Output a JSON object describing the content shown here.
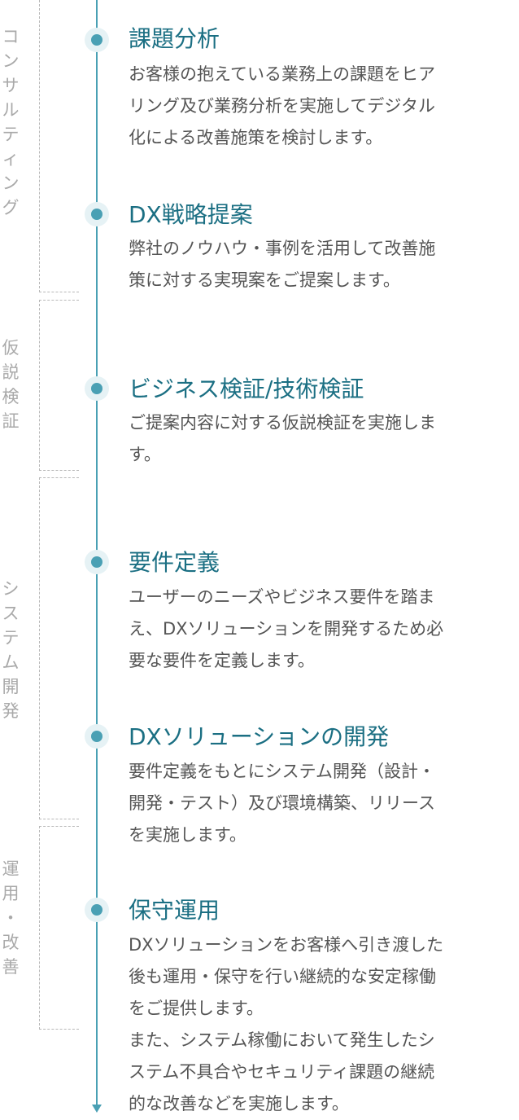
{
  "phases": [
    {
      "label": "コ\nン\nサ\nル\nテ\nィ\nン\nグ"
    },
    {
      "label": "仮\n説\n検\n証"
    },
    {
      "label": "シ\nス\nテ\nム\n開\n発"
    },
    {
      "label": "運\n用\n・\n改\n善"
    }
  ],
  "steps": [
    {
      "title": "課題分析",
      "description": "お客様の抱えている業務上の課題をヒア\nリング及び業務分析を実施してデジタル\n化による改善施策を検討します。"
    },
    {
      "title": "DX戦略提案",
      "description": "弊社のノウハウ・事例を活用して改善施\n策に対する実現案をご提案します。"
    },
    {
      "title": "ビジネス検証/技術検証",
      "description": "ご提案内容に対する仮説検証を実施しま\nす。"
    },
    {
      "title": "要件定義",
      "description": "ユーザーのニーズやビジネス要件を踏ま\nえ、DXソリューションを開発するため必\n要な要件を定義します。"
    },
    {
      "title": "DXソリューションの開発",
      "description": "要件定義をもとにシステム開発（設計・\n開発・テスト）及び環境構築、リリース\nを実施します。"
    },
    {
      "title": "保守運用",
      "description": "DXソリューションをお客様へ引き渡した\n後も運用・保守を行い継続的な安定稼働\nをご提供します。\nまた、システム稼働において発生したシ\nステム不具合やセキュリティ課題の継続\n的な改善などを実施します。"
    }
  ],
  "colors": {
    "accent": "#4aa0b4",
    "title": "#1b6f83",
    "text": "#555555",
    "phase_label": "#a9a9a9"
  },
  "icons": {
    "timeline_marker": "step-dot-icon",
    "timeline_end": "arrow-down-icon"
  }
}
